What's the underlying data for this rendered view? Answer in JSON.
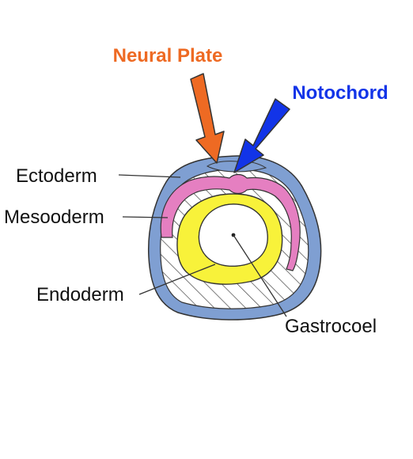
{
  "labels": {
    "neural_plate": "Neural Plate",
    "notochord": "Notochord",
    "ectoderm": "Ectoderm",
    "mesoderm": "Mesooderm",
    "endoderm": "Endoderm",
    "gastrocoel": "Gastrocoel"
  },
  "colors": {
    "neural_plate": "#ee6a23",
    "notochord": "#1234e8",
    "ectoderm": "#7f9fd2",
    "mesoderm": "#e57fc1",
    "endoderm": "#f8f23a",
    "outline": "#333333"
  }
}
